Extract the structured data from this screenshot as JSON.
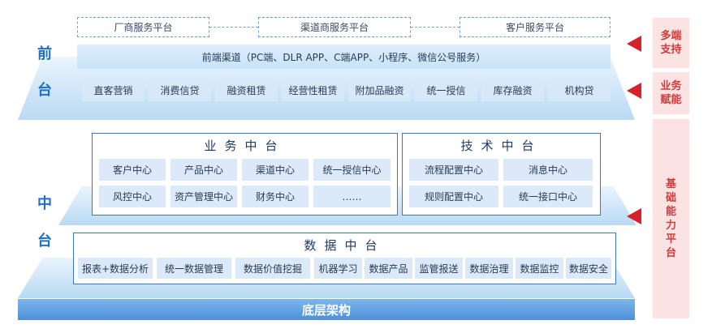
{
  "front": {
    "label_1": "前",
    "label_2": "台",
    "portals": [
      "厂商服务平台",
      "渠道商服务平台",
      "客户服务平台"
    ],
    "channels": "前端渠道（PC端、DLR APP、C端APP、小程序、微信公号服务）",
    "business": [
      "直客营销",
      "消费信贷",
      "融资租赁",
      "经营性租赁",
      "附加品融资",
      "统一授信",
      "库存融资",
      "机构贷"
    ]
  },
  "middle": {
    "label_1": "中",
    "label_2": "台",
    "business_center": {
      "title": "业务中台",
      "items": [
        "客户中心",
        "产品中心",
        "渠道中心",
        "统一授信中心",
        "风控中心",
        "资产管理中心",
        "财务中心",
        "……"
      ]
    },
    "tech_center": {
      "title": "技术中台",
      "items": [
        "流程配置中心",
        "消息中心",
        "规则配置中心",
        "统一接口中心"
      ]
    },
    "data_center": {
      "title": "数据中台",
      "items": [
        "报表+数据分析",
        "统一数据管理",
        "数据价值挖掘",
        "机器学习",
        "数据产品",
        "监管报送",
        "数据治理",
        "数据监控",
        "数据安全"
      ]
    }
  },
  "base": {
    "label": "底层架构"
  },
  "side": {
    "multi_end": "多端\n支持",
    "biz_enable": "业务\n赋能",
    "base_platform": "基\n础\n能\n力\n平\n台"
  },
  "colors": {
    "accent_blue": "#1f6fc9",
    "arrow_red": "#d8202a",
    "side_text": "#d23b3b"
  }
}
